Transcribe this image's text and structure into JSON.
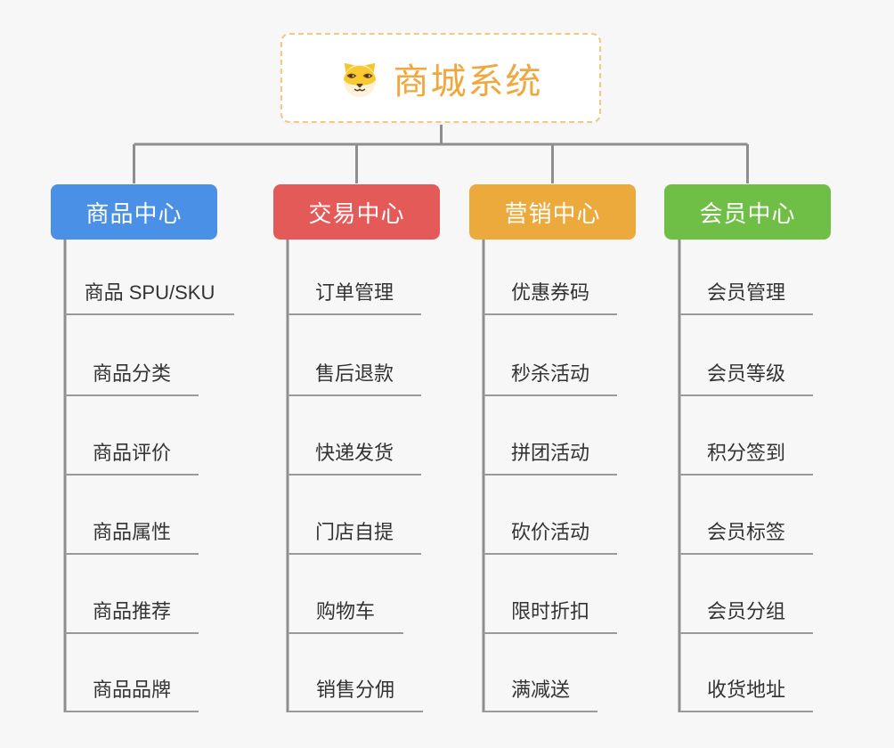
{
  "root": {
    "title": "商城系统",
    "icon": "shiba-dog-icon",
    "title_color": "#f0a73e",
    "border_color": "#f3c87f"
  },
  "connectors": {
    "color": "#8e8e8e",
    "underline_color": "#9a9a9a"
  },
  "branches": [
    {
      "label": "商品中心",
      "color": "#4a90e6",
      "children": [
        "商品 SPU/SKU",
        "商品分类",
        "商品评价",
        "商品属性",
        "商品推荐",
        "商品品牌"
      ]
    },
    {
      "label": "交易中心",
      "color": "#e45a59",
      "children": [
        "订单管理",
        "售后退款",
        "快递发货",
        "门店自提",
        "购物车",
        "销售分佣"
      ]
    },
    {
      "label": "营销中心",
      "color": "#ecaa3c",
      "children": [
        "优惠券码",
        "秒杀活动",
        "拼团活动",
        "砍价活动",
        "限时折扣",
        "满减送"
      ]
    },
    {
      "label": "会员中心",
      "color": "#6fbe45",
      "children": [
        "会员管理",
        "会员等级",
        "积分签到",
        "会员标签",
        "会员分组",
        "收货地址"
      ]
    }
  ]
}
